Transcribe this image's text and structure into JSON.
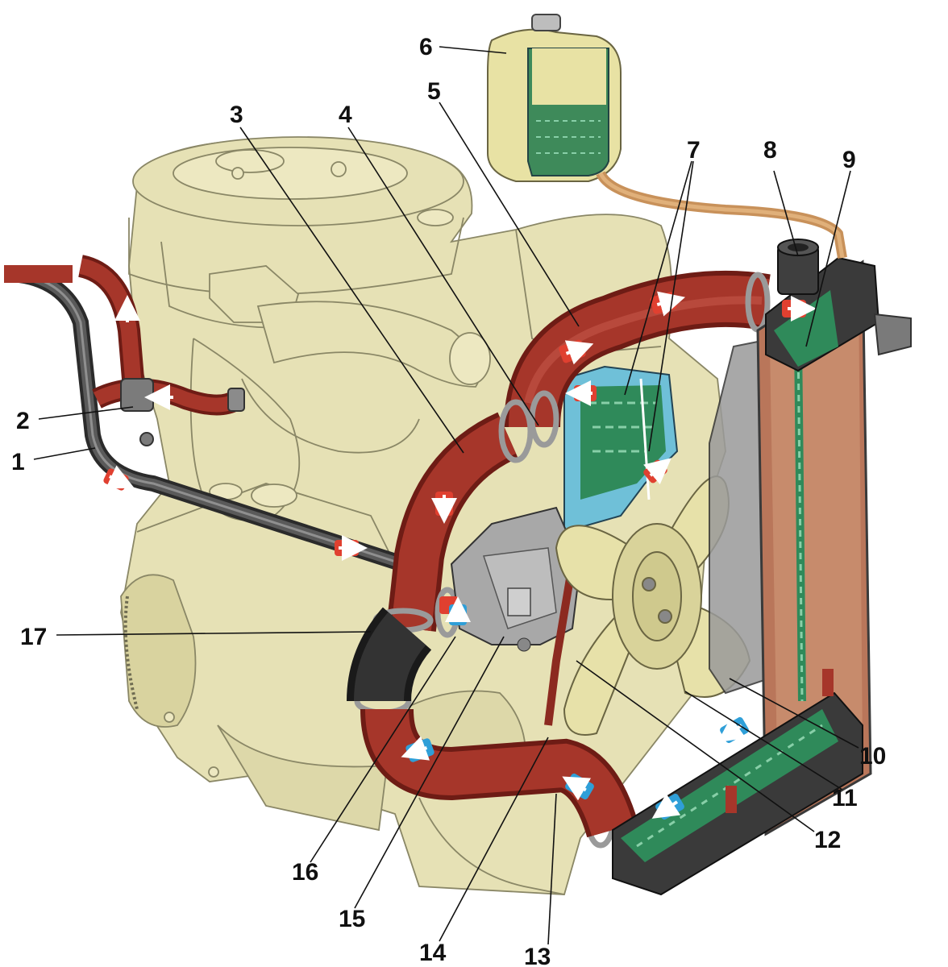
{
  "colors": {
    "engine_fill": "#e6e1b5",
    "engine_stroke": "#8a8766",
    "hose_red": "#a6362a",
    "hose_dark": "#6e1c15",
    "coolant_green": "#2f8a5a",
    "coolant_cyan": "#6fc0d8",
    "tank_fill": "#e8e2a4",
    "radiator_dark": "#3a3a3a",
    "radiator_core": "#b9765a",
    "arrow_hot": "#e04030",
    "arrow_cold": "#2f9fd8",
    "fan_fill": "#e7e1a9"
  },
  "callouts": [
    {
      "id": "1",
      "text": "1"
    },
    {
      "id": "2",
      "text": "2"
    },
    {
      "id": "3",
      "text": "3"
    },
    {
      "id": "4",
      "text": "4"
    },
    {
      "id": "5",
      "text": "5"
    },
    {
      "id": "6",
      "text": "6"
    },
    {
      "id": "7",
      "text": "7"
    },
    {
      "id": "8",
      "text": "8"
    },
    {
      "id": "9",
      "text": "9"
    },
    {
      "id": "10",
      "text": "10"
    },
    {
      "id": "11",
      "text": "11"
    },
    {
      "id": "12",
      "text": "12"
    },
    {
      "id": "13",
      "text": "13"
    },
    {
      "id": "14",
      "text": "14"
    },
    {
      "id": "15",
      "text": "15"
    },
    {
      "id": "16",
      "text": "16"
    },
    {
      "id": "17",
      "text": "17"
    }
  ]
}
